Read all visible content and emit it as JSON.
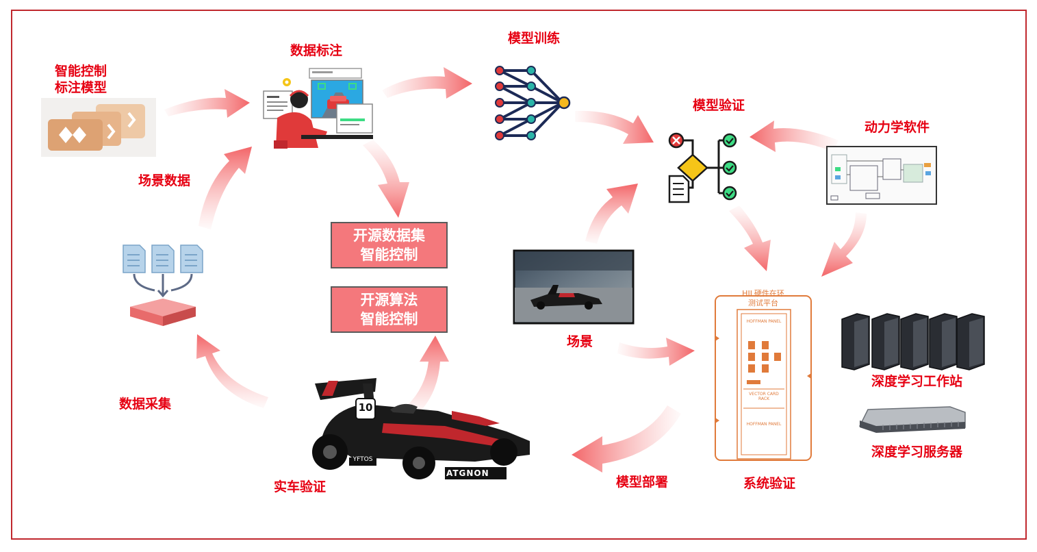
{
  "labels": {
    "smart_control_line1": "智能控制",
    "smart_control_line2": "标注模型",
    "data_annotation": "数据标注",
    "model_training": "模型训练",
    "model_validation": "模型验证",
    "dynamics_software": "动力学软件",
    "scene_data": "场景数据",
    "data_collection": "数据采集",
    "real_car_validation": "实车验证",
    "scene": "场景",
    "model_deployment": "模型部署",
    "system_validation": "系统验证",
    "dl_workstation": "深度学习工作站",
    "dl_server": "深度学习服务器"
  },
  "boxes": {
    "open_dataset": [
      "开源数据集",
      "智能控制"
    ],
    "open_algorithm": [
      "开源算法",
      "智能控制"
    ]
  },
  "hil": {
    "title_line1": "HIL硬件在环",
    "title_line2": "测试平台",
    "panel1": "HOFFMAN PANEL",
    "panel2": "VECTOR CARD RACK",
    "panel3": "HOFFMAN PANEL"
  },
  "car": {
    "number": "10",
    "sponsor": "ATGNON",
    "side_text": "YFTOS"
  },
  "colors": {
    "label_red": "#e60012",
    "arrow_pink": "#f7a1a1",
    "box_fill": "#f4787c",
    "frame_border": "#c0272d",
    "hil_orange": "#e07a3a"
  }
}
